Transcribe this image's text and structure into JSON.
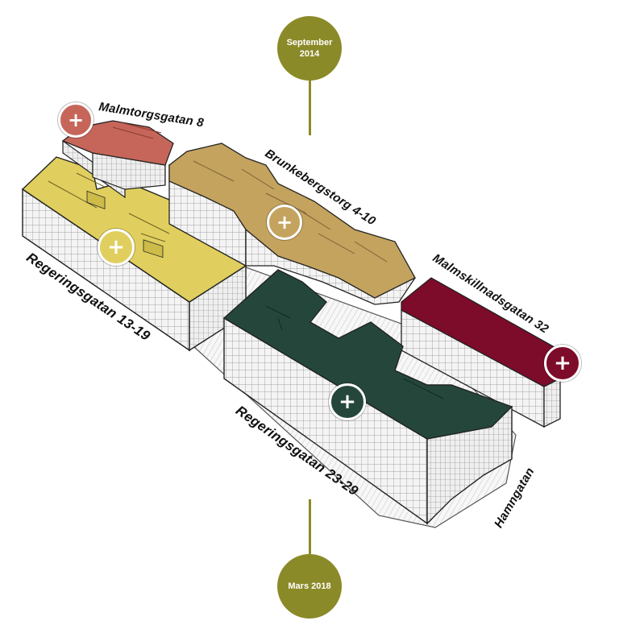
{
  "timeline": {
    "start_label_line1": "September",
    "start_label_line2": "2014",
    "end_label": "Mars 2018",
    "color": "#8b8a28"
  },
  "buildings": [
    {
      "name": "Malmtorgsgatan 8",
      "color": "#c6665a"
    },
    {
      "name": "Brunkebergstorg 4-10",
      "color": "#c4a35f"
    },
    {
      "name": "Regeringsgatan 13-19",
      "color": "#e0cf5e"
    },
    {
      "name": "Malmskillnadsgatan 32",
      "color": "#7d0b2a"
    },
    {
      "name": "Regeringsgatan 23-29",
      "color": "#25473b"
    }
  ],
  "streets": {
    "hamngatan": "Hamngatan"
  },
  "marker_icon": "plus-icon",
  "marker_symbol": "+"
}
